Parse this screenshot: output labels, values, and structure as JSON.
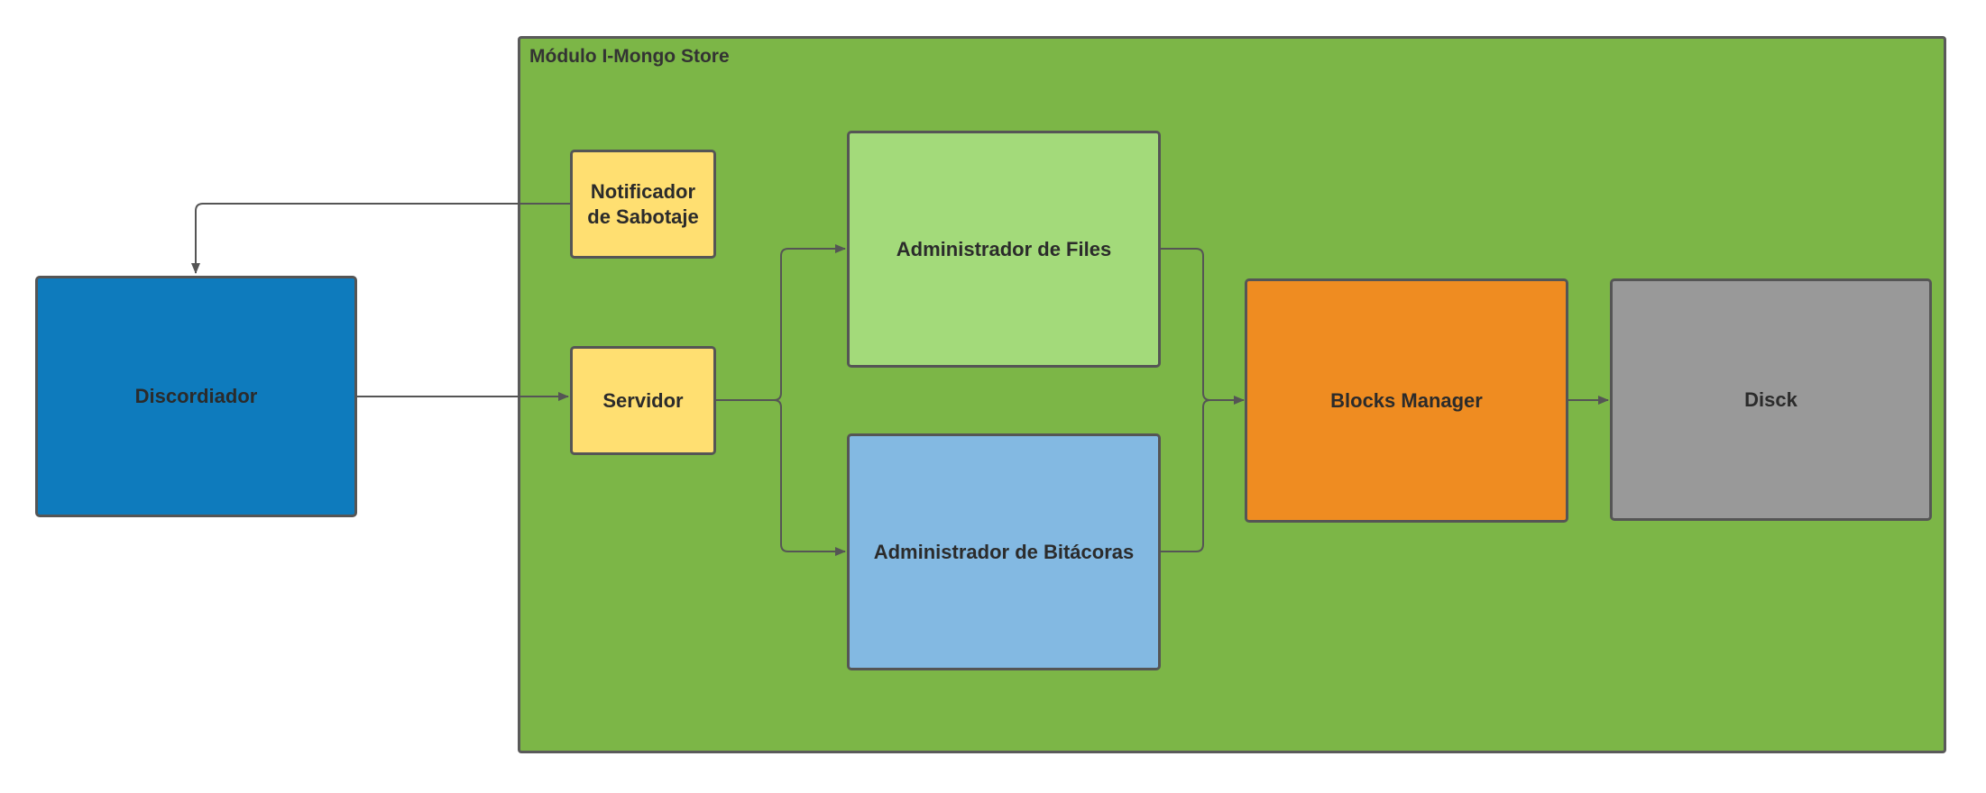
{
  "diagram": {
    "container": {
      "title": "Módulo I-Mongo Store",
      "color": "#7cb647"
    },
    "nodes": {
      "discordiador": {
        "label": "Discordiador",
        "color": "#0e7bbd"
      },
      "notificador": {
        "label_line1": "Notificador",
        "label_line2": "de Sabotaje",
        "color": "#ffdf71"
      },
      "servidor": {
        "label": "Servidor",
        "color": "#ffdf71"
      },
      "admin_files": {
        "label": "Administrador de Files",
        "color": "#a3da7a"
      },
      "admin_bitacoras": {
        "label": "Administrador de Bitácoras",
        "color": "#83b9e2"
      },
      "blocks_manager": {
        "label": "Blocks Manager",
        "color": "#ef8c21"
      },
      "disck": {
        "label": "Disck",
        "color": "#999999"
      }
    },
    "edges": [
      {
        "from": "Notificador de Sabotaje",
        "to": "Discordiador"
      },
      {
        "from": "Discordiador",
        "to": "Servidor"
      },
      {
        "from": "Servidor",
        "to": "Administrador de Files"
      },
      {
        "from": "Servidor",
        "to": "Administrador de Bitácoras"
      },
      {
        "from": "Administrador de Files",
        "to": "Blocks Manager"
      },
      {
        "from": "Administrador de Bitácoras",
        "to": "Blocks Manager"
      },
      {
        "from": "Blocks Manager",
        "to": "Disck"
      }
    ],
    "line_color": "#555555"
  }
}
